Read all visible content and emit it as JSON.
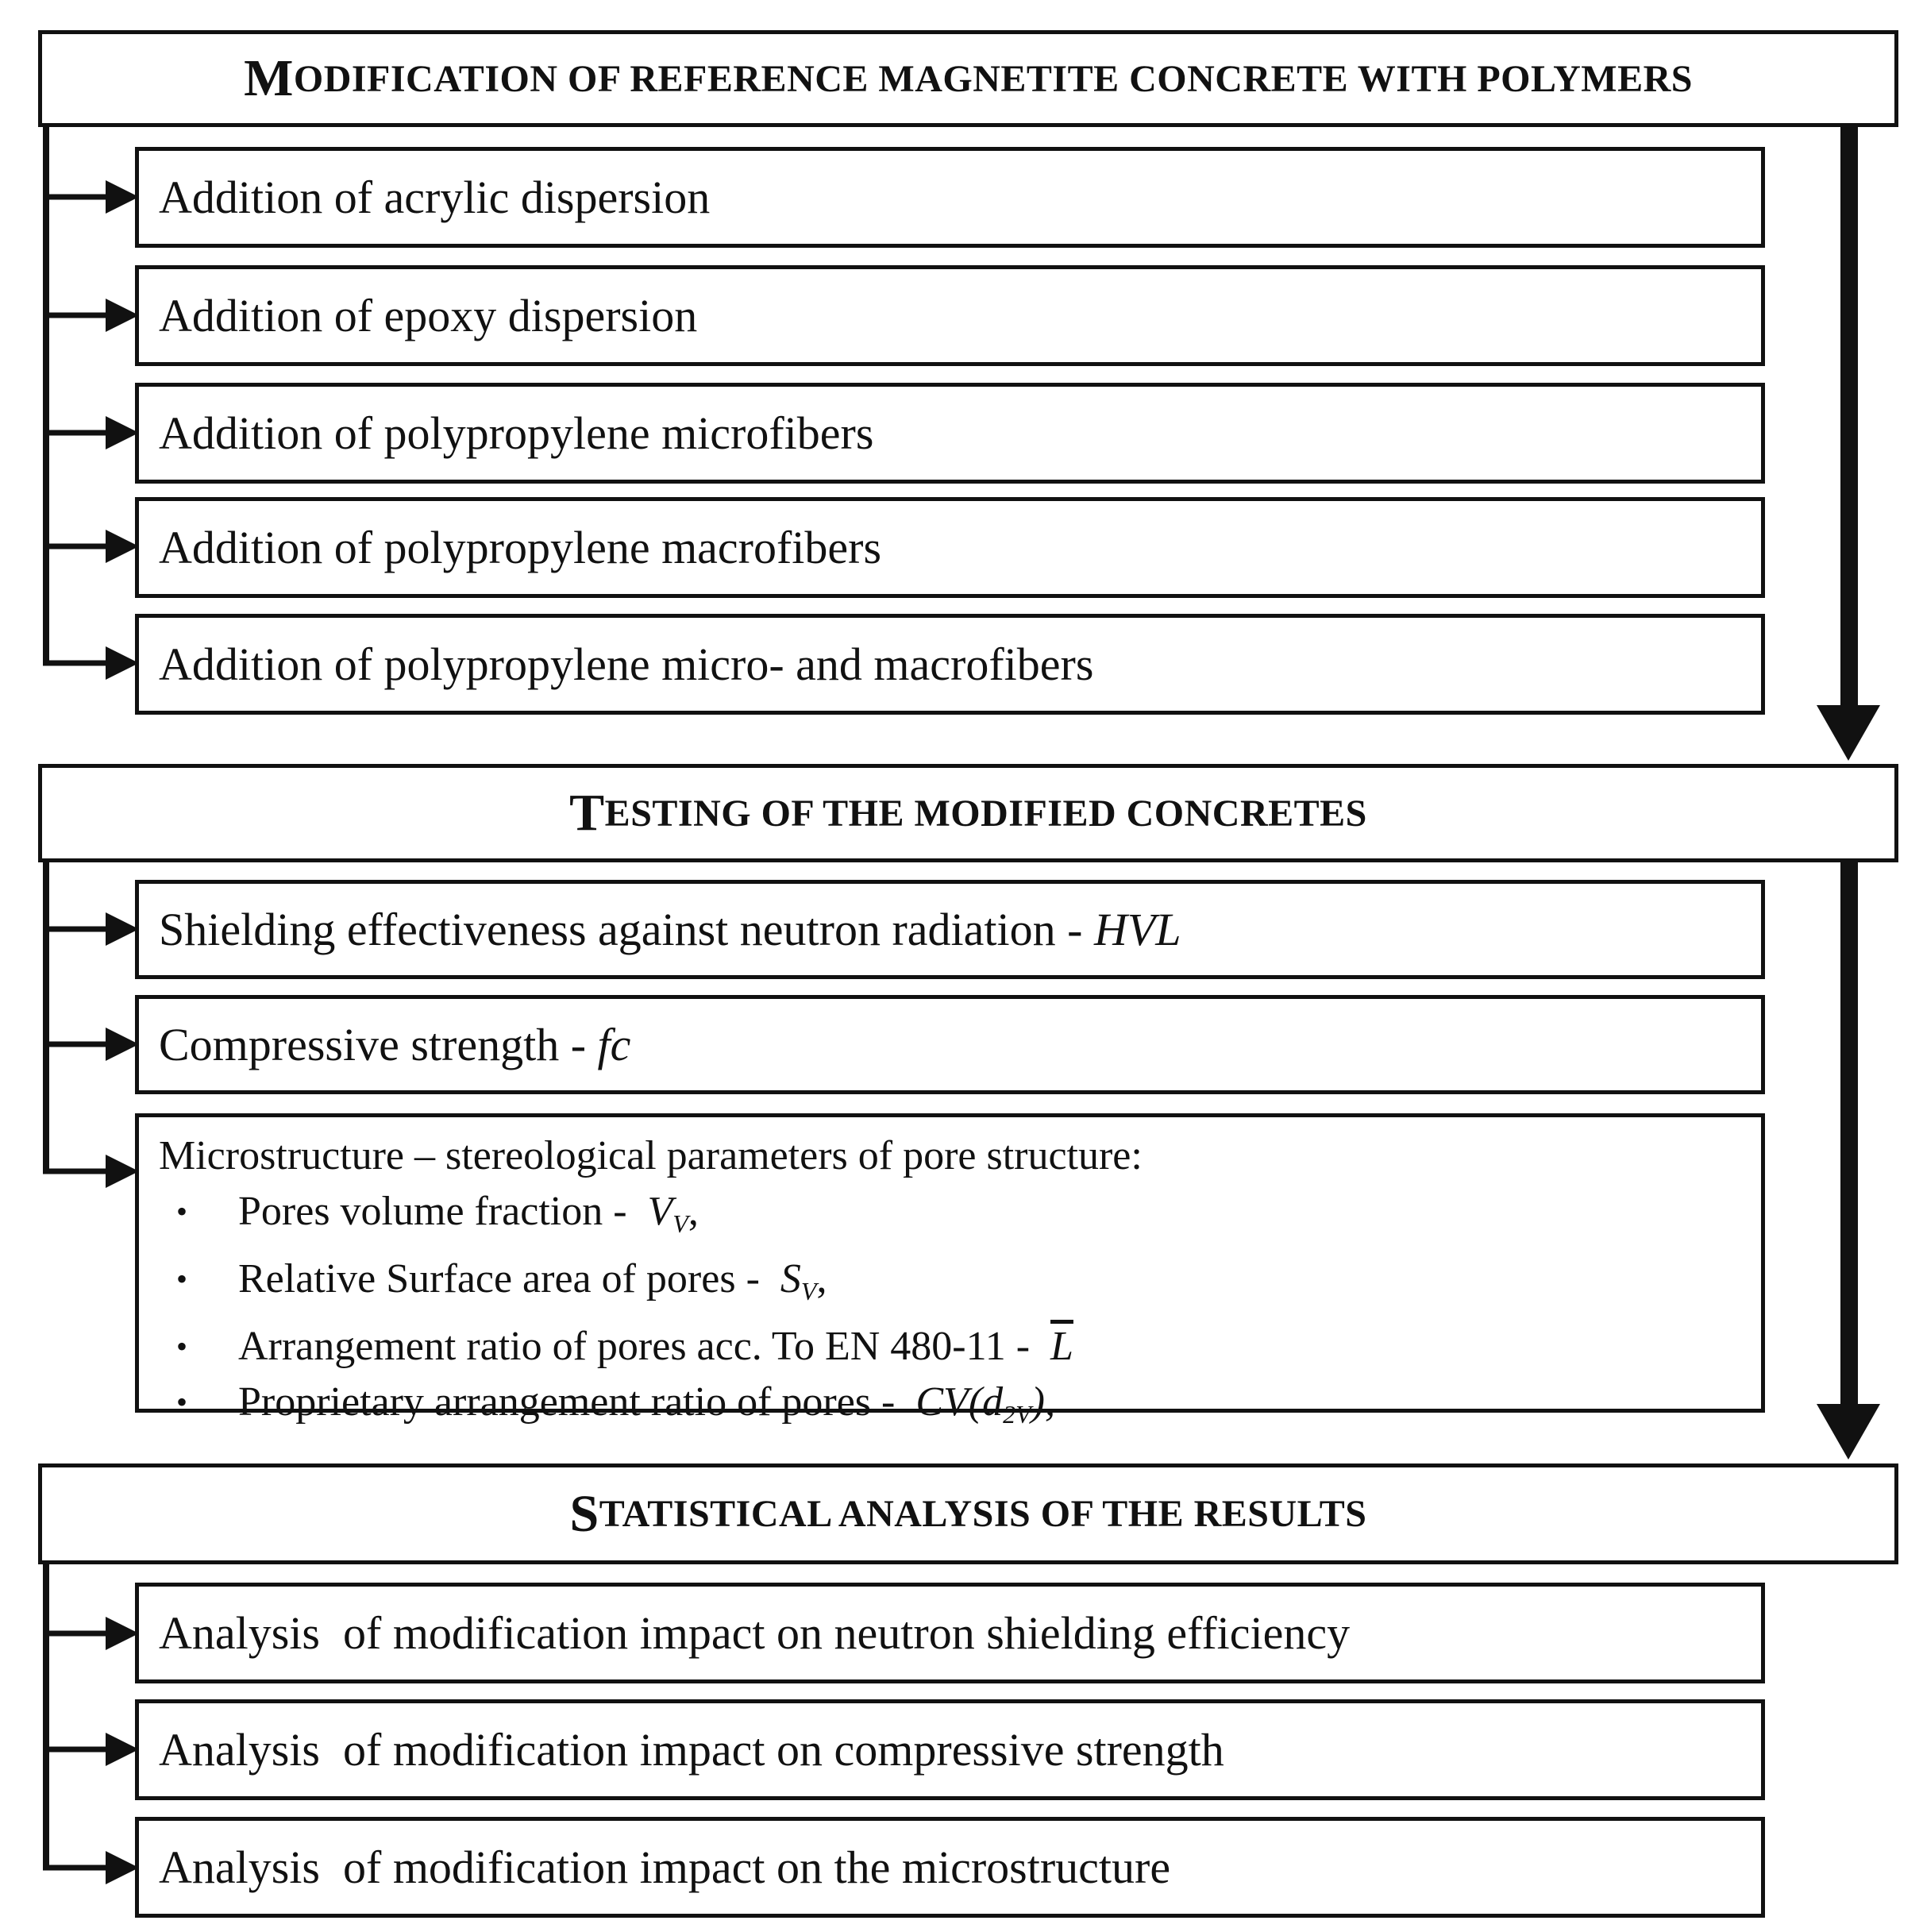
{
  "sections": [
    {
      "title_initial": "M",
      "title_rest": "odification of reference magnetite concrete with polymers",
      "items": [
        "Addition of acrylic dispersion",
        "Addition of epoxy dispersion",
        "Addition of polypropylene microfibers",
        "Addition of polypropylene macrofibers",
        "Addition of polypropylene micro- and macrofibers"
      ]
    },
    {
      "title_initial": "T",
      "title_rest": "esting of the modified concretes",
      "items": [
        {
          "text": "Shielding effectiveness against neutron radiation - ",
          "symbol": "HVL"
        },
        {
          "text": "Compressive strength - ",
          "symbol": "fc"
        }
      ],
      "micro": {
        "heading": "Microstructure – stereological parameters of pore structure:",
        "bullets": [
          {
            "text": "Pores volume fraction - ",
            "symbol": "V",
            "sub": "V",
            "tail": ","
          },
          {
            "text": "Relative Surface area of pores - ",
            "symbol": "S",
            "sub": "V",
            "tail": ","
          },
          {
            "text": "Arrangement ratio of pores acc. To EN 480-11 - ",
            "symbol": "L",
            "sub": "",
            "tail": ""
          },
          {
            "text": "Proprietary arrangement ratio of pores - ",
            "symbol": "CV(d",
            "sub": "2V",
            "tail": "),"
          }
        ]
      }
    },
    {
      "title_initial": "S",
      "title_rest": "tatistical analysis of the results",
      "items": [
        "Analysis  of modification impact on neutron shielding efficiency",
        "Analysis  of modification impact on compressive strength",
        "Analysis  of modification impact on the microstructure"
      ]
    }
  ]
}
